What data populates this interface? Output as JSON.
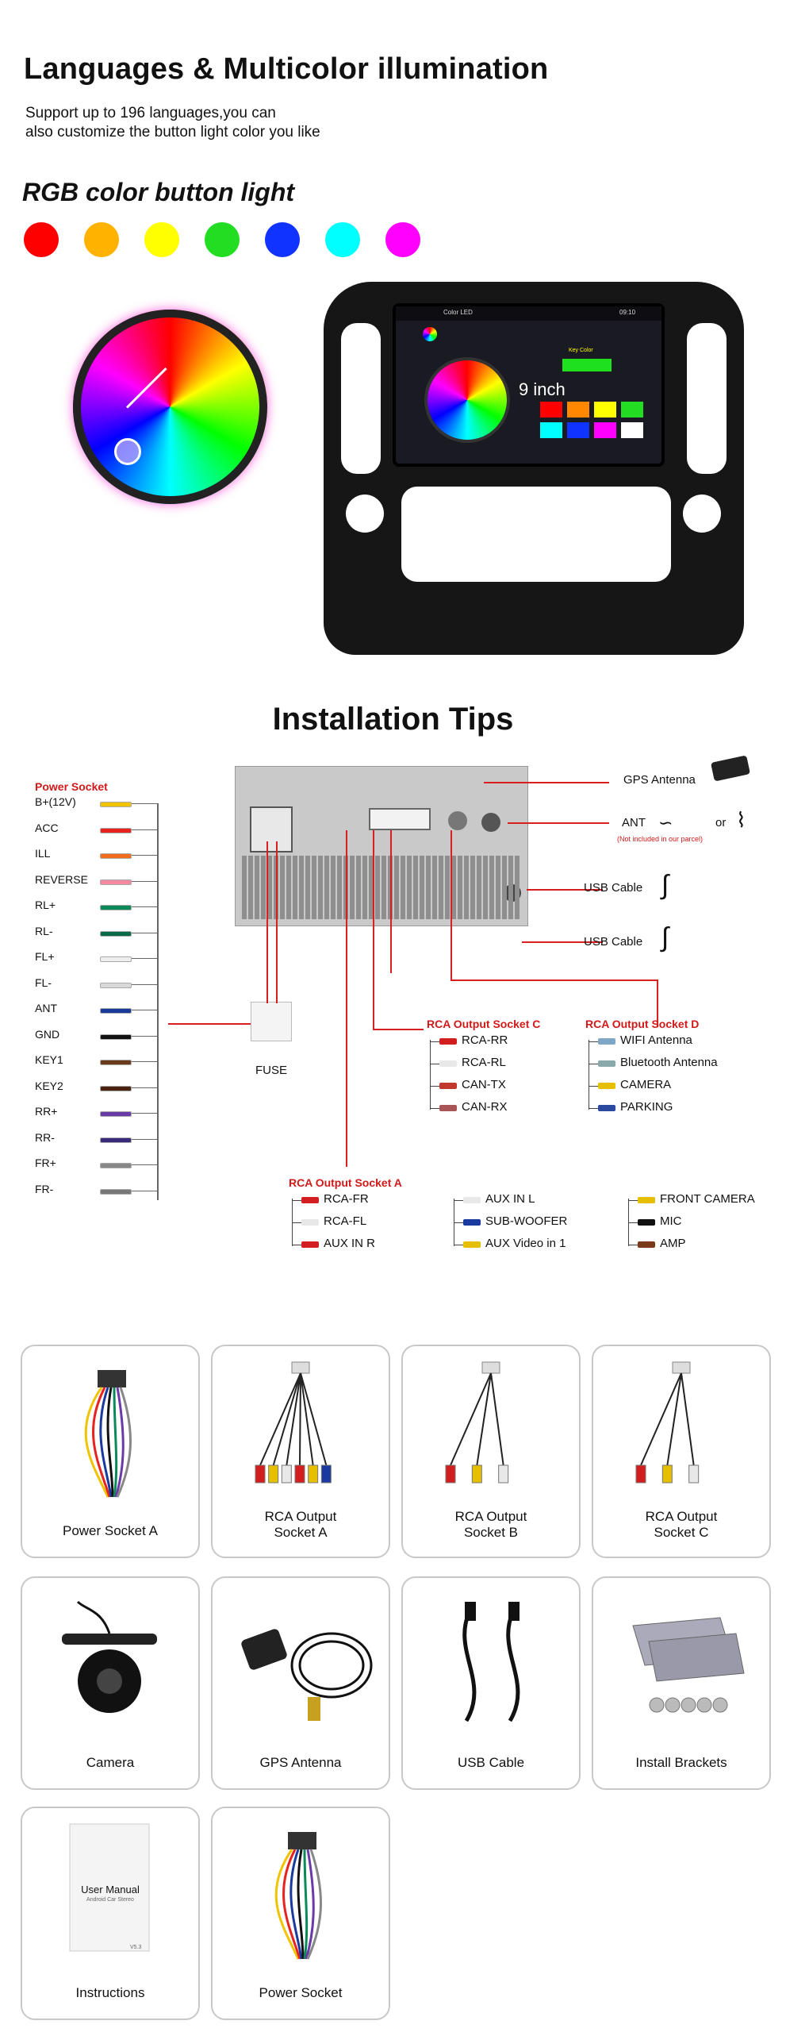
{
  "section1": {
    "title": "Languages & Multicolor illumination",
    "subtitle_line1": "Support up to 196 languages,you can",
    "subtitle_line2": "also customize the button light color you like",
    "rgb_title": "RGB color button light",
    "swatch_colors": [
      "#ff0000",
      "#ffb300",
      "#ffff00",
      "#22dd22",
      "#1133ff",
      "#00ffff",
      "#ff00ff"
    ],
    "screen": {
      "app_name": "Color LED",
      "time": "09:10",
      "size_label": "9 inch",
      "key_color_label": "Key Color",
      "key_colors": [
        "#ff0000",
        "#ff8800",
        "#ffff00",
        "#22dd22",
        "#00ffff",
        "#1133ff",
        "#ff00ff",
        "#ffffff"
      ]
    }
  },
  "installation": {
    "title": "Installation Tips",
    "power_socket_title": "Power Socket",
    "power_pins": [
      {
        "label": "B+(12V)",
        "color": "#f0c400"
      },
      {
        "label": "ACC",
        "color": "#e8231f"
      },
      {
        "label": "ILL",
        "color": "#f36b1c"
      },
      {
        "label": "REVERSE",
        "color": "#f38aa0"
      },
      {
        "label": "RL+",
        "color": "#0a8a58"
      },
      {
        "label": "RL-",
        "color": "#0a6a48"
      },
      {
        "label": "FL+",
        "color": "#eeeeee"
      },
      {
        "label": "FL-",
        "color": "#d9d9d9"
      },
      {
        "label": "ANT",
        "color": "#1a3a9a"
      },
      {
        "label": "GND",
        "color": "#111111"
      },
      {
        "label": "KEY1",
        "color": "#6b3a1a"
      },
      {
        "label": "KEY2",
        "color": "#4a2410"
      },
      {
        "label": "RR+",
        "color": "#6a3aa8"
      },
      {
        "label": "RR-",
        "color": "#3a2a7a"
      },
      {
        "label": "FR+",
        "color": "#888888"
      },
      {
        "label": "FR-",
        "color": "#777777"
      }
    ],
    "fuse_label": "FUSE",
    "gps_antenna": "GPS Antenna",
    "ant_label": "ANT",
    "ant_note": "(Not included in our parcel)",
    "or_label": "or",
    "usb_cable_1": "USB  Cable",
    "usb_cable_2": "USB Cable",
    "rca_c": {
      "title": "RCA Output Socket C",
      "items": [
        "RCA-RR",
        "RCA-RL",
        "CAN-TX",
        "CAN-RX"
      ]
    },
    "rca_d": {
      "title": "RCA Output Socket D",
      "items": [
        "WIFI Antenna",
        "Bluetooth Antenna",
        "CAMERA",
        "PARKING"
      ]
    },
    "rca_a": {
      "title": "RCA Output Socket A",
      "items": [
        "RCA-FR",
        "RCA-FL",
        "AUX IN R"
      ]
    },
    "group2": [
      "AUX IN L",
      "SUB-WOOFER",
      "AUX Video in 1"
    ],
    "group3": [
      "FRONT CAMERA",
      "MIC",
      "AMP"
    ]
  },
  "accessories": [
    {
      "label": "Power Socket A"
    },
    {
      "label1": "RCA Output",
      "label2": "Socket A"
    },
    {
      "label1": "RCA Output",
      "label2": "Socket B"
    },
    {
      "label1": "RCA Output",
      "label2": "Socket C"
    },
    {
      "label": "Camera"
    },
    {
      "label": "GPS Antenna"
    },
    {
      "label": "USB Cable"
    },
    {
      "label": "Install Brackets"
    },
    {
      "label": "Instructions",
      "manual_title": "User Manual",
      "manual_sub": "Android Car Stereo",
      "manual_ver": "V5.3"
    },
    {
      "label": "Power Socket"
    }
  ]
}
